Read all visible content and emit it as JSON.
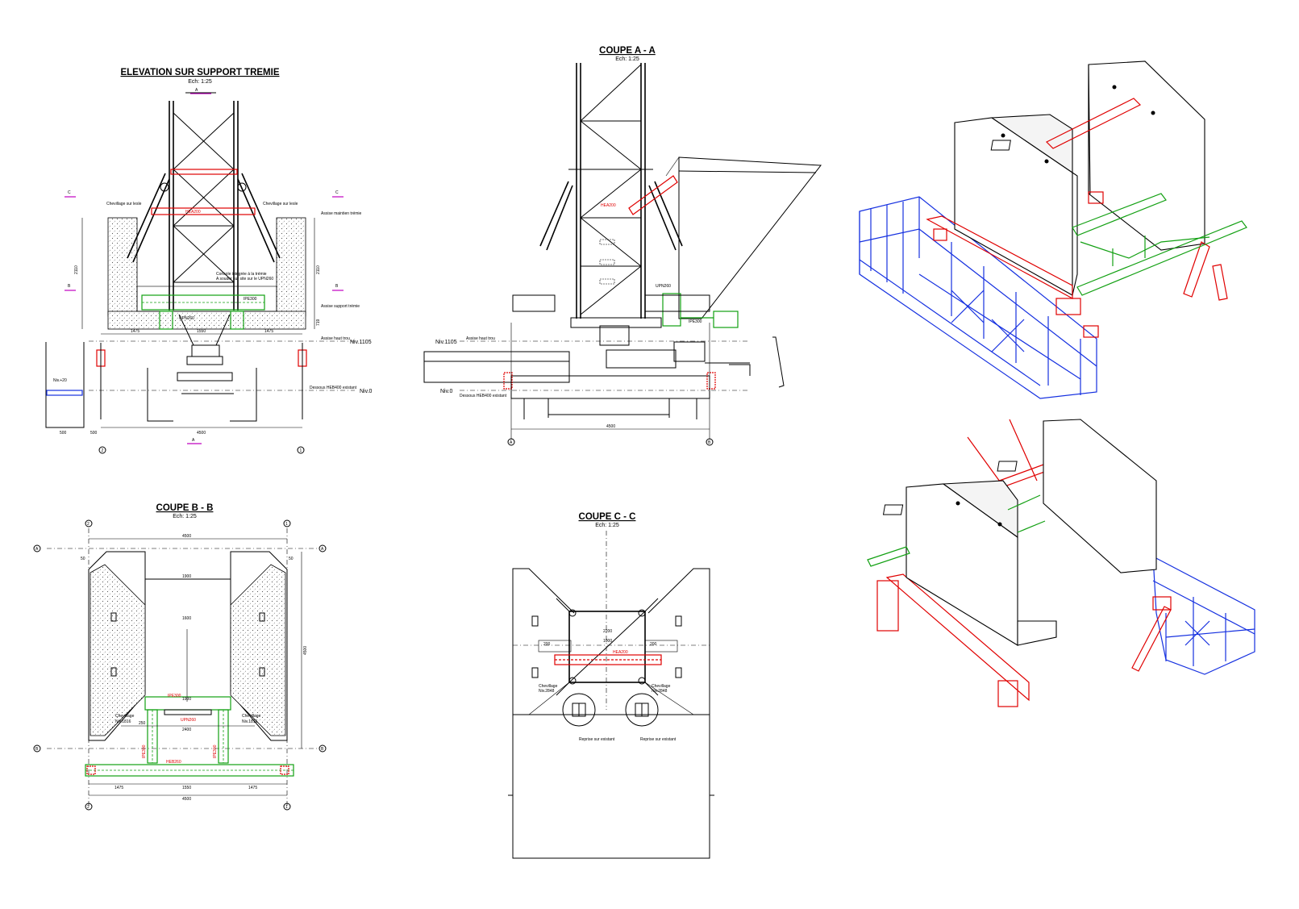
{
  "views": {
    "elevation": {
      "title": "ELEVATION SUR SUPPORT TREMIE",
      "scale": "Ech: 1:25",
      "level_top": "Niv.1105",
      "level_bottom": "Niv.0",
      "label_chevillage_left": "Chevillage sur lesle",
      "label_chevillage_right": "Chevillage sur lesle",
      "label_assise_top": "Assise maintien trémie",
      "label_assise_support": "Assise support trémie",
      "label_assise_haut": "Assise haut trou",
      "label_dessous": "Dessous HEB400 existant",
      "label_console": "Console intégrée à la trémie",
      "label_console2": "A souder sur site sur le UPN260",
      "beam_hea": "HEA200",
      "beam_ipe": "IPE300",
      "beam_upn": "UPN260",
      "dim_1475_left": "1475",
      "dim_1550": "1550",
      "dim_1475_right": "1475",
      "dim_4500": "4500",
      "dim_500_left": "500",
      "dim_500_right": "500",
      "dim_2110": "2110",
      "dim_719": "719",
      "niv_small": "Niv.+20",
      "grid_left": "2",
      "grid_right": "1",
      "cut_c": "C",
      "cut_b": "B",
      "cut_a": "A"
    },
    "coupe_aa": {
      "title": "COUPE A - A",
      "scale": "Ech: 1:25",
      "level_top": "Niv.1105",
      "level_bottom": "Niv.0",
      "label_assise": "Assise haut trou",
      "label_dessous": "Dessous HEB400 existant",
      "beam_hea": "HEA200",
      "beam_ipe": "IPE300",
      "beam_upn": "UPN260",
      "dim_4500": "4500",
      "grid_a": "A",
      "grid_b": "B"
    },
    "coupe_bb": {
      "title": "COUPE B - B",
      "scale": "Ech: 1:25",
      "dim_4500_top": "4500",
      "dim_1900_a": "1900",
      "dim_1600": "1600",
      "dim_1900_b": "1900",
      "dim_2400": "2400",
      "dim_1475_left": "1475",
      "dim_1550": "1550",
      "dim_1475_right": "1475",
      "dim_4500_bottom": "4500",
      "dim_250": "250",
      "dim_4500_side": "4500",
      "label_chev_left": "Chevillage",
      "label_chev_left2": "Niv.1816",
      "label_chev_right": "Chevillage",
      "label_chev_right2": "Niv.1816",
      "beam_ipe": "IPE300",
      "beam_upn": "UPN260",
      "beam_heb": "HEB260",
      "beam_left": "IPE300",
      "beam_right": "IPE300",
      "grid_2": "2",
      "grid_1": "1",
      "grid_a": "A",
      "grid_b": "B",
      "dim_50": "50"
    },
    "coupe_cc": {
      "title": "COUPE C - C",
      "scale": "Ech: 1:25",
      "beam_hea": "HEA200",
      "label_chev_left": "Chevillage",
      "label_chev_left2": "Niv.2848",
      "label_chev_right": "Chevillage",
      "label_chev_right2": "Niv.2848",
      "label_reprise_left": "Reprise sur existant",
      "label_reprise_right": "Reprise sur existant",
      "dim_200_a": "200",
      "dim_200_b": "200",
      "dim_1000": "1000",
      "dim_2200": "2200"
    }
  },
  "colors": {
    "line": "#000000",
    "red_steel": "#e00000",
    "green_steel": "#12a012",
    "blue_platform": "#1530e0",
    "magenta_marker": "#c000c0"
  }
}
